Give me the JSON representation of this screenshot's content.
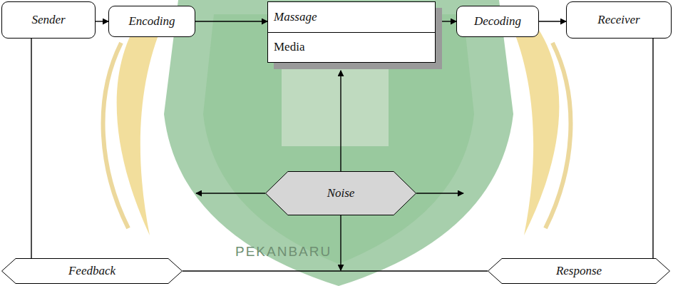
{
  "diagram": {
    "nodes": [
      {
        "text": [
          "Sender"
        ]
      },
      {
        "text": [
          "Encoding"
        ]
      },
      {
        "text": [
          "Massage",
          "Media"
        ]
      },
      {
        "text": [
          "Decoding"
        ]
      },
      {
        "text": [
          "Receiver"
        ]
      },
      {
        "text": [
          "Noise"
        ]
      },
      {
        "text": [
          "Feedback"
        ]
      },
      {
        "text": [
          "Response"
        ]
      }
    ],
    "edges": [
      {
        "from": 0,
        "to": 1,
        "arrow": "to"
      },
      {
        "from": 1,
        "to": 2,
        "arrow": "to"
      },
      {
        "from": 2,
        "to": 3,
        "arrow": "to"
      },
      {
        "from": 3,
        "to": 4,
        "arrow": "to"
      },
      {
        "from": 5,
        "to": 2,
        "arrow": "to"
      },
      {
        "from": 0,
        "to": 6,
        "arrow": "none"
      },
      {
        "from": 4,
        "to": 7,
        "arrow": "none"
      },
      {
        "from": 6,
        "to": 7,
        "arrow": "none"
      }
    ],
    "labels": [
      "PEKANBARU"
    ]
  }
}
